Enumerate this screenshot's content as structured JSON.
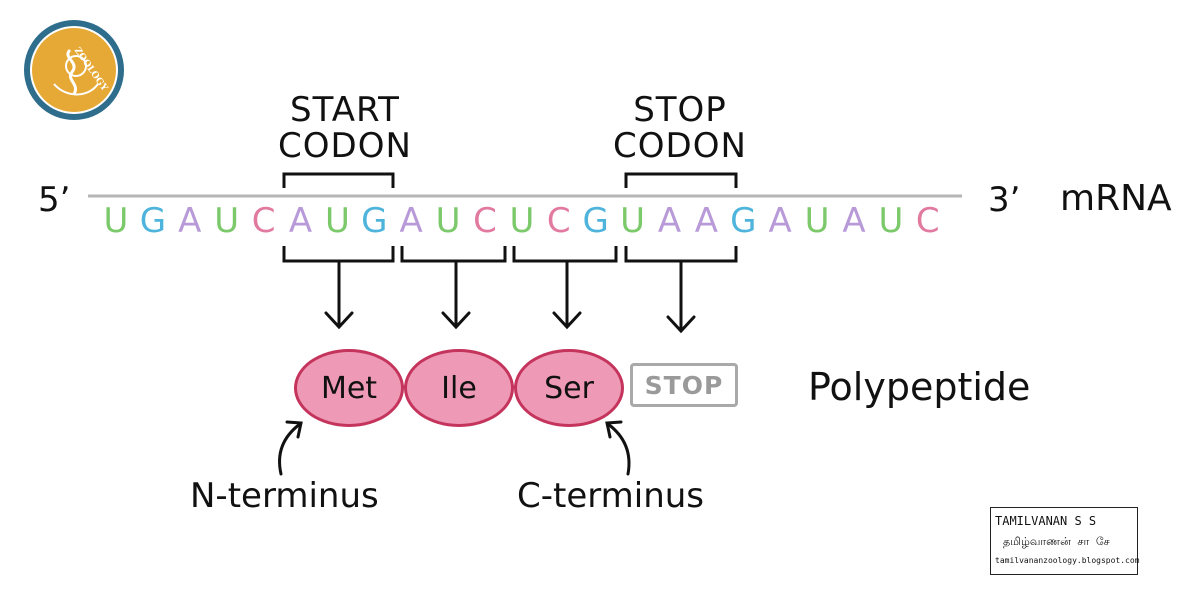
{
  "logo": {
    "text": "ZOOLOGY"
  },
  "start_codon": {
    "line1": "START",
    "line2": "CODON"
  },
  "stop_codon": {
    "line1": "STOP",
    "line2": "CODON"
  },
  "five_prime": "5’",
  "three_prime": "3’",
  "mrna_label": "mRNA",
  "bases": [
    {
      "b": "U",
      "color": "#7cc96b"
    },
    {
      "b": "G",
      "color": "#4fb4dc"
    },
    {
      "b": "A",
      "color": "#b89ad8"
    },
    {
      "b": "U",
      "color": "#7cc96b"
    },
    {
      "b": "C",
      "color": "#e27aa0"
    },
    {
      "b": "A",
      "color": "#b89ad8"
    },
    {
      "b": "U",
      "color": "#7cc96b"
    },
    {
      "b": "G",
      "color": "#4fb4dc"
    },
    {
      "b": "A",
      "color": "#b89ad8"
    },
    {
      "b": "U",
      "color": "#7cc96b"
    },
    {
      "b": "C",
      "color": "#e27aa0"
    },
    {
      "b": "U",
      "color": "#7cc96b"
    },
    {
      "b": "C",
      "color": "#e27aa0"
    },
    {
      "b": "G",
      "color": "#4fb4dc"
    },
    {
      "b": "U",
      "color": "#7cc96b"
    },
    {
      "b": "A",
      "color": "#b89ad8"
    },
    {
      "b": "A",
      "color": "#b89ad8"
    },
    {
      "b": "G",
      "color": "#4fb4dc"
    },
    {
      "b": "A",
      "color": "#b89ad8"
    },
    {
      "b": "U",
      "color": "#7cc96b"
    },
    {
      "b": "A",
      "color": "#b89ad8"
    },
    {
      "b": "U",
      "color": "#7cc96b"
    },
    {
      "b": "C",
      "color": "#e27aa0"
    }
  ],
  "amino_acids": [
    "Met",
    "Ile",
    "Ser"
  ],
  "stop_label": "STOP",
  "polypeptide_label": "Polypeptide",
  "n_terminus": "N-terminus",
  "c_terminus": "C-terminus",
  "credit": {
    "name": "TAMILVANAN S S",
    "name_tamil": "தமிழ்வாணன் சா சே",
    "url": "tamilvananzoology.blogspot.com"
  },
  "colors": {
    "mrna_line": "#b5b5b5",
    "aa_fill": "#ee9ab6",
    "aa_border": "#c4345c",
    "stop_gray": "#a9a9a9",
    "logo_blue": "#2e6d8c",
    "logo_gold": "#e6a935"
  }
}
